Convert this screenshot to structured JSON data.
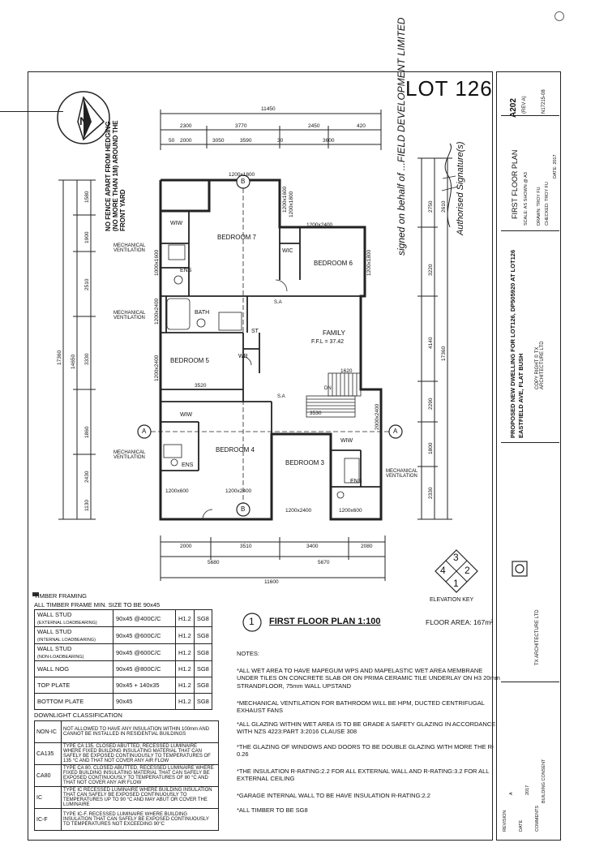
{
  "lot_title": "LOT 126",
  "plan": {
    "rooms": {
      "bed7": "BEDROOM 7",
      "bed6": "BEDROOM 6",
      "bed5": "BEDROOM 5",
      "bed4": "BEDROOM 4",
      "bed3": "BEDROOM 3",
      "family": "FAMILY",
      "ffl": "F.F.L = 37.42",
      "bath": "BATH",
      "wiw_top": "WIW",
      "wiw_mid": "WIW",
      "wiw_right": "WIW",
      "wic": "WIC",
      "ens1": "ENS",
      "ens2": "ENS",
      "ens3": "ENS",
      "wr": "WR",
      "st": "ST",
      "sa1": "S.A",
      "sa2": "S.A",
      "dn": "DN"
    },
    "ventilation": {
      "v1": "MECHANICAL VENTILATION",
      "v2": "MECHANICAL VENTILATION",
      "v3": "MECHANICAL VENTILATION",
      "v4": "MECHANICAL VENTILATION"
    },
    "fence_note": "NO FENCE APART FROM HEDGING (NO MORE THAN 1M) AROUND THE FRONT YARD",
    "signature_note": "signed on behalf of ...FIELD DEVELOPMENT LIMITED",
    "signature_label": "Authorised Signature(s)",
    "top_dims": {
      "overall": "11450",
      "d1": "2300",
      "d2": "3770",
      "d3": "2450",
      "d4": "420",
      "d5": "2000",
      "d6": "3050",
      "d7": "3590",
      "d8": "3600",
      "d9": "30",
      "d10": "50"
    },
    "bottom_dims": {
      "overall": "11600",
      "d1": "2000",
      "d2": "3510",
      "d3": "3400",
      "d4": "2080",
      "d5": "5680",
      "d6": "5670"
    },
    "left_dims": {
      "overall": "17360",
      "d1": "14650",
      "d2": "2510",
      "d3": "3330",
      "d4": "2430",
      "d5": "1580",
      "d6": "1900",
      "d7": "1860",
      "d8": "1130"
    },
    "right_dims": {
      "overall": "17360",
      "d1": "3220",
      "d2": "4140",
      "d3": "2290",
      "d4": "1800",
      "d5": "2330",
      "d6": "2750",
      "d7": "2610"
    },
    "window_labels": {
      "w1": "1200x1800",
      "w2": "1200x2400",
      "w3": "1200x1800",
      "w4": "1000x1600",
      "w5": "1200x2400",
      "w6": "1200x1800",
      "w7": "2000x2400",
      "w8": "1200x600",
      "w9": "1200x2400",
      "w10": "1200x2400",
      "w11": "1200x600",
      "w12": "1200x1600",
      "w13": "1200x2400",
      "w14": "3520",
      "w15": "1620",
      "w16": "3530"
    },
    "section_a": "A",
    "section_b": "B"
  },
  "elevation_key": {
    "label": "ELEVATION KEY",
    "n1": "1",
    "n2": "2",
    "n3": "3",
    "n4": "4"
  },
  "timber": {
    "title": "TIMBER FRAMING",
    "subtitle": "ALL TIMBER FRAME MIN. SIZE TO BE 90x45",
    "rows": [
      {
        "name": "WALL STUD",
        "sub": "(EXTERNAL LOADBEARING)",
        "size": "90x45 @400C/C",
        "h": "H1.2",
        "g": "SG8"
      },
      {
        "name": "WALL STUD",
        "sub": "(INTERNAL LOADBEARING)",
        "size": "90x45 @600C/C",
        "h": "H1.2",
        "g": "SG8"
      },
      {
        "name": "WALL STUD",
        "sub": "(NON-LOADBEARING)",
        "size": "90x45 @600C/C",
        "h": "H1.2",
        "g": "SG8"
      },
      {
        "name": "WALL NOG",
        "sub": "",
        "size": "90x45 @800C/C",
        "h": "H1.2",
        "g": "SG8"
      },
      {
        "name": "TOP PLATE",
        "sub": "",
        "size": "90x45 + 140x35",
        "h": "H1.2",
        "g": "SG8"
      },
      {
        "name": "BOTTOM PLATE",
        "sub": "",
        "size": "90x45",
        "h": "H1.2",
        "g": "SG8"
      }
    ]
  },
  "downlight": {
    "title": "DOWNLIGHT CLASSIFICATION",
    "rows": [
      {
        "code": "NON-IC",
        "text": "NOT ALLOWED TO HAVE ANY INSULATION WITHIN 100mm AND CANNOT BE INSTALLED IN RESIDENTIAL BUILDINGS"
      },
      {
        "code": "CA135",
        "text": "TYPE CA 135. CLOSED ABUTTED, RECESSED LUMINAIRE WHERE FIXED BUILDING INSULATING MATERIAL THAT CAN SAFELY BE EXPOSED CONTINUOUSLY TO TEMPERATURES OF 135 °C AND THAT NOT COVER ANY AIR FLOW"
      },
      {
        "code": "CA80",
        "text": "TYPE CA 80. CLOSED ABUTTED, RECESSED LUMINAIRE WHERE FIXED BUILDING INSULATING MATERIAL THAT CAN SAFELY BE EXPOSED CONTINUOUSLY TO TEMPERATURES OF 80 °C AND THAT NOT COVER ANY AIR FLOW"
      },
      {
        "code": "IC",
        "text": "TYPE IC RECESSED LUMINAIRE WHERE BUILDING INSULATION THAT CAN SAFELY BE EXPOSED CONTINUOUSLY TO TEMPERATURES UP TO 90 °C AND MAY ABUT OR COVER THE LUMINAIRE"
      },
      {
        "code": "IC-F",
        "text": "TYPE IC-F. RECESSED LUMINAIRE WHERE BUILDING INSULATION THAT CAN SAFELY BE EXPOSED CONTINUOUSLY TO TEMPERATURES NOT EXCEEDING 90°C"
      }
    ]
  },
  "plan_title": {
    "number": "1",
    "title": "FIRST FLOOR PLAN 1:100",
    "area": "FLOOR AREA: 167m²"
  },
  "notes": {
    "heading": "NOTES:",
    "items": [
      "*ALL WET AREA TO HAVE MAPEGUM WPS AND MAPELASTIC WET AREA MEMBRANE UNDER TILES ON CONCRETE SLAB OR ON PRIMA CERAMIC TILE UNDERLAY ON H3 20mm STRANDFLOOR, 75mm WALL UPSTAND",
      "*MECHANICAL VENTILATION FOR BATHROOM WILL BE HPM, DUCTED CENTRIFUGAL EXHAUST FANS",
      "*ALL GLAZING WITHIN WET AREA IS TO BE GRADE A SAFETY GLAZING IN ACCORDANCE WITH NZS 4223:PART 3:2016 CLAUSE 308",
      "*THE GLAZING OF WINDOWS AND DOORS TO BE DOUBLE GLAZING WITH MORE THE R-0.26",
      "*THE INSULATION R-RATING:2.2 FOR ALL EXTERNAL WALL AND R-RATING:3.2 FOR ALL EXTERNAL CEILING",
      "*GARAGE INTERNAL WALL TO BE HAVE INSULATION R-RATING:2.2",
      "*ALL TIMBER TO BE SG8"
    ]
  },
  "titleblock": {
    "sheet_no": "A202",
    "rev": "(REV A)",
    "job_no": "N17215-08",
    "sheet_title": "FIRST FLOOR PLAN",
    "project": "PROPOSED NEW DWELLING FOR LOT126, DP505920 AT LOT126 EASTFIELD AVE, FLAT BUSH",
    "copyright": "COPY RIGHT © TX ARCHITECTURE LTD",
    "scale": "SCALE: AS SHOWN @ A3",
    "drawn": "DRAWN: TROY FU",
    "checked": "CHECKED: TROY FU",
    "date": "DATE: 2017",
    "company": "TX ARCHITECTURE LTD",
    "rev_a": "A",
    "rev_date": "2017",
    "rev_comment": "BUILDING CONSENT",
    "rev_heading_rev": "REVISION",
    "rev_heading_date": "DATE",
    "rev_heading_comments": "COMMENTS"
  },
  "colors": {
    "ink": "#222222",
    "paper": "#ffffff"
  }
}
